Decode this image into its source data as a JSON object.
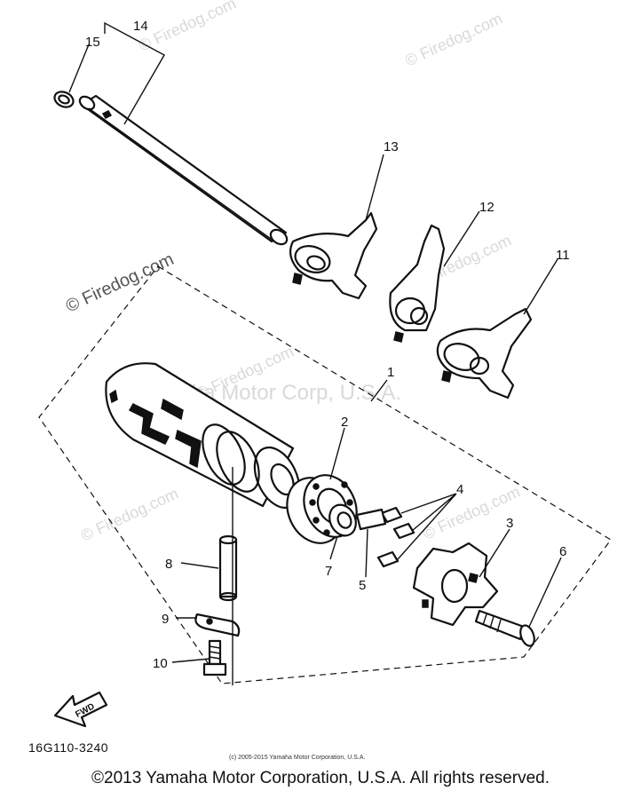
{
  "diagram": {
    "callouts": {
      "c1": "1",
      "c2": "2",
      "c3": "3",
      "c4": "4",
      "c5": "5",
      "c6": "6",
      "c7": "7",
      "c8": "8",
      "c9": "9",
      "c10": "10",
      "c11": "11",
      "c12": "12",
      "c13": "13",
      "c14": "14",
      "c15": "15"
    },
    "fwd_label": "FWD",
    "part_number": "16G110-3240",
    "watermarks": {
      "w1": "© Firedog.com",
      "w2": "© Firedog.com",
      "w3": "© Firedog.com",
      "w4": "© Firedog.com",
      "w5": "© Firedog.com",
      "w6": "© Firedog.com",
      "w7": "© Firedog.com",
      "center": "Yamaha Motor Corp, U.S.A."
    },
    "sub_copyright": "(c) 2005-2015 Yamaha Motor Corporation, U.S.A.",
    "footer_copyright": "©2013 Yamaha Motor Corporation, U.S.A. All rights reserved."
  }
}
